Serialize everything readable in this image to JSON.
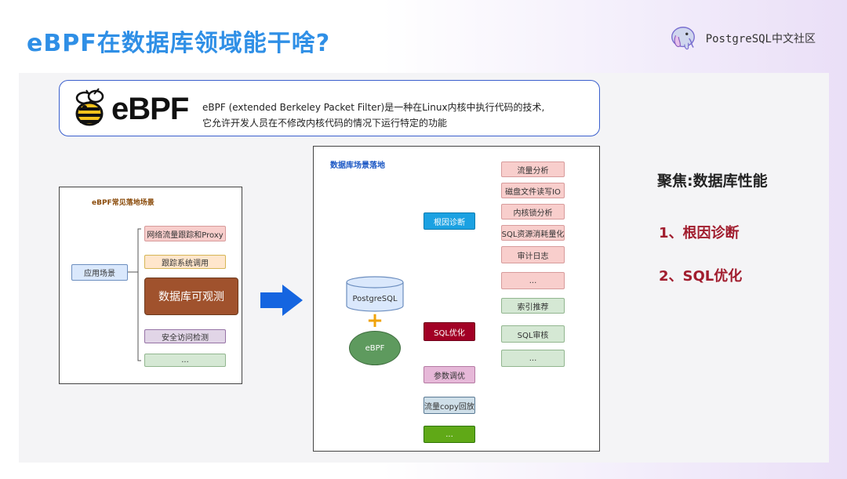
{
  "header": {
    "title": "eBPF在数据库领域能干啥?",
    "brand": "PostgreSQL中文社区"
  },
  "intro": {
    "logo_text": "eBPF",
    "line1": "eBPF (extended Berkeley Packet Filter)是一种在Linux内核中执行代码的技术,",
    "line2": "它允许开发人员在不修改内核代码的情况下运行特定的功能"
  },
  "left_diagram": {
    "title": "eBPF常见落地场景",
    "root": "应用场景",
    "items": [
      "网络流量跟踪和Proxy",
      "跟踪系统调用",
      "数据库可观测",
      "安全访问检测",
      "..."
    ]
  },
  "right_diagram": {
    "title": "数据库场景落地",
    "db_label": "PostgreSQL",
    "plus": "+",
    "ebpf_label": "eBPF",
    "root_cause": {
      "label": "根因诊断",
      "items": [
        "流量分析",
        "磁盘文件读写IO",
        "内核锁分析",
        "SQL资源消耗量化",
        "审计日志",
        "..."
      ]
    },
    "sql_opt": {
      "label": "SQL优化",
      "items": [
        "索引推荐",
        "SQL审核",
        "..."
      ]
    },
    "param_tuning": "参数调优",
    "traffic_replay": "流量copy回放",
    "more": "..."
  },
  "focus": {
    "title": "聚焦:数据库性能",
    "items": [
      "1、根因诊断",
      "2、SQL优化"
    ]
  },
  "colors": {
    "title_blue": "#2f8fe6",
    "focus_red": "#a11d2e",
    "arrow_blue": "#1565e0",
    "observe_brown": "#a0522d",
    "root_blue": "#1ba1e2",
    "sqlopt_red": "#a20025",
    "ebpf_green": "#60a060",
    "more_green": "#60a917"
  }
}
